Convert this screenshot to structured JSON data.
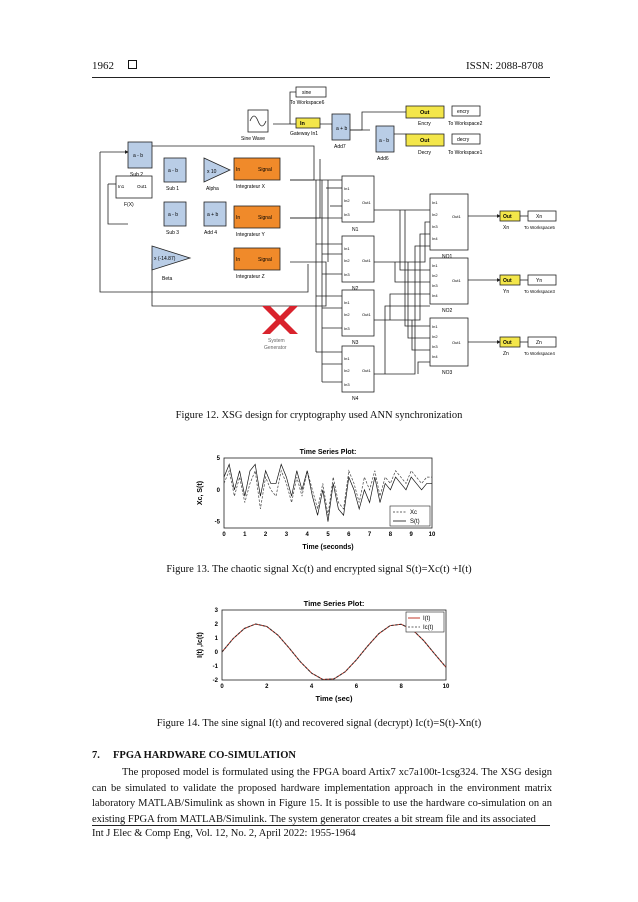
{
  "header": {
    "page_number": "1962",
    "issn": "ISSN: 2088-8708"
  },
  "diagram": {
    "blocks": {
      "sine_label": "sine",
      "sine_ws": "To Workspace6",
      "sine_wave": "Sine Wave",
      "gateway_in": "In",
      "gateway_label": "Gateway In1",
      "add7": "Add7",
      "add6": "Add6",
      "out": "Out",
      "encry": "Encry",
      "encry_ws_block": "encry",
      "encry_ws": "To Workspace2",
      "decry": "Decry",
      "decry_ws_block": "decry",
      "decry_ws": "To Workspace1",
      "sub2": "Sub 2",
      "sub1": "Sub 1",
      "sub3": "Sub 3",
      "add4": "Add 4",
      "amb": "a - b",
      "apb": "a + b",
      "alpha_gain": "x 10",
      "alpha": "Alpha",
      "beta_gain": "x (-14.87)",
      "beta": "Beta",
      "fx_in": "In1",
      "fx_out": "Out1",
      "fx": "F(X)",
      "int_in": "In",
      "int_out": "Signal",
      "integ_x": "Integrateur X",
      "integ_y": "Integrateur Y",
      "integ_z": "Integrateur Z",
      "n1": "N1",
      "n2": "N2",
      "n3": "N3",
      "n4": "N4",
      "no1": "NO1",
      "no2": "NO2",
      "no3": "NO3",
      "in1": "In1",
      "in2": "In2",
      "in3": "In3",
      "in4": "In4",
      "out1": "Out1",
      "xn": "Xn",
      "yn": "Yn",
      "zn": "Zn",
      "xn_ws": "To Workspace5",
      "yn_ws": "To Workspace3",
      "zn_ws": "To Workspace4",
      "sysgen_1": "System",
      "sysgen_2": "Generator"
    }
  },
  "captions": {
    "fig12": "Figure 12. XSG design for cryptography used ANN synchronization",
    "fig13": "Figure 13. The chaotic signal Xc(t) and encrypted signal S(t)=Xc(t) +I(t)",
    "fig14": "Figure 14. The sine signal I(t) and recovered signal (decrypt) Ic(t)=S(t)-Xn(t)"
  },
  "chart_data": [
    {
      "type": "line",
      "title": "Time Series Plot:",
      "xlabel": "Time (seconds)",
      "ylabel": "Xc, S(t)",
      "xlim": [
        0,
        10
      ],
      "ylim": [
        -6,
        5
      ],
      "xticks": [
        "0",
        "1",
        "2",
        "3",
        "4",
        "5",
        "6",
        "7",
        "8",
        "9",
        "10"
      ],
      "yticks": [
        "5",
        "0",
        "-5"
      ],
      "legend_position": "bottom-right",
      "series": [
        {
          "name": "Xc",
          "style": "dashed",
          "x": [
            0,
            0.25,
            0.5,
            0.75,
            1,
            1.25,
            1.5,
            1.75,
            2,
            2.25,
            2.5,
            2.75,
            3,
            3.25,
            3.5,
            3.75,
            4,
            4.25,
            4.5,
            4.75,
            5,
            5.25,
            5.5,
            5.75,
            6,
            6.25,
            6.5,
            6.75,
            7,
            7.25,
            7.5,
            7.75,
            8,
            8.25,
            8.5,
            8.75,
            9,
            9.25,
            9.5,
            9.75,
            10
          ],
          "y": [
            1,
            3,
            -1,
            2,
            -2,
            1,
            3,
            -3,
            2,
            0,
            -1,
            3,
            1,
            -2,
            2,
            -1,
            3,
            0,
            -3,
            1,
            -4,
            2,
            -2,
            -3,
            3,
            1,
            -2,
            2,
            0,
            3,
            -1,
            2,
            1,
            3,
            2,
            1,
            3,
            2,
            1,
            2,
            2
          ]
        },
        {
          "name": "S(t)",
          "style": "solid",
          "x": [
            0,
            0.25,
            0.5,
            0.75,
            1,
            1.25,
            1.5,
            1.75,
            2,
            2.25,
            2.5,
            2.75,
            3,
            3.25,
            3.5,
            3.75,
            4,
            4.25,
            4.5,
            4.75,
            5,
            5.25,
            5.5,
            5.75,
            6,
            6.25,
            6.5,
            6.75,
            7,
            7.25,
            7.5,
            7.75,
            8,
            8.25,
            8.5,
            8.75,
            9,
            9.25,
            9.5,
            9.75,
            10
          ],
          "y": [
            2,
            4,
            0,
            3,
            -1,
            3,
            4,
            -1,
            3,
            1,
            1,
            4,
            2,
            -1,
            3,
            0,
            3,
            -1,
            -4,
            0,
            -5,
            1,
            -3,
            -4,
            2,
            0,
            -3,
            0,
            -2,
            2,
            -2,
            1,
            0,
            2,
            1,
            0,
            2,
            1,
            0,
            1,
            1
          ]
        }
      ]
    },
    {
      "type": "line",
      "title": "Time Series Plot:",
      "xlabel": "Time (sec)",
      "ylabel": "I(t) ,Ic(t)",
      "xlim": [
        0,
        10
      ],
      "ylim": [
        -2,
        3
      ],
      "xticks": [
        "0",
        "2",
        "4",
        "6",
        "8",
        "10"
      ],
      "yticks": [
        "3",
        "2",
        "1",
        "0",
        "-1",
        "-2"
      ],
      "legend_position": "top-right",
      "series": [
        {
          "name": "I(t)",
          "style": "solid",
          "color": "#c0392b",
          "x": [
            0,
            0.5,
            1,
            1.5,
            2,
            2.5,
            3,
            3.5,
            4,
            4.5,
            5,
            5.5,
            6,
            6.5,
            7,
            7.5,
            8,
            8.5,
            9,
            9.5,
            10
          ],
          "y": [
            0,
            0.96,
            1.68,
            2.0,
            1.82,
            1.2,
            0.28,
            -0.7,
            -1.51,
            -1.96,
            -1.92,
            -1.41,
            -0.56,
            0.42,
            1.31,
            1.88,
            1.98,
            1.6,
            0.82,
            -0.15,
            -1.09
          ]
        },
        {
          "name": "Ic(t)",
          "style": "dashed",
          "color": "#333333",
          "x": [
            0,
            0.5,
            1,
            1.5,
            2,
            2.5,
            3,
            3.5,
            4,
            4.5,
            5,
            5.5,
            6,
            6.5,
            7,
            7.5,
            8,
            8.5,
            9,
            9.5,
            10
          ],
          "y": [
            0,
            0.96,
            1.68,
            2.0,
            1.82,
            1.2,
            0.28,
            -0.7,
            -1.51,
            -1.96,
            -1.92,
            -1.41,
            -0.56,
            0.42,
            1.31,
            1.88,
            1.98,
            1.6,
            0.82,
            -0.15,
            -1.09
          ]
        }
      ]
    }
  ],
  "section": {
    "title": "7.     FPGA HARDWARE CO-SIMULATION",
    "paragraph": "The proposed model is formulated using the FPGA board Artix7 xc7a100t-1csg324. The XSG design can be simulated to validate the proposed hardware implementation approach in the environment matrix laboratory MATLAB/Simulink as shown in Figure 15. It is possible to use the hardware co-simulation on an existing FPGA from MATLAB/Simulink. The system generator creates a bit stream file and its associated"
  },
  "footer": "Int J Elec & Comp Eng, Vol. 12, No. 2, April 2022: 1955-1964",
  "colors": {
    "xilinx_blue": "#b9cde6",
    "integrator_orange": "#f08a2a",
    "out_yellow": "#f3e64a",
    "logo_red": "#d9232d"
  }
}
